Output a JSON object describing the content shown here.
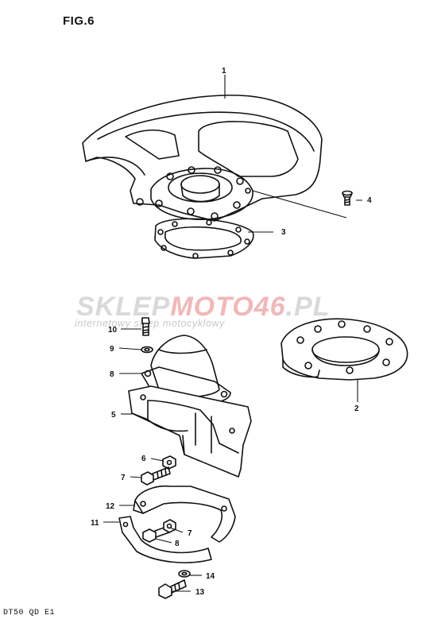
{
  "figure": {
    "title": "FIG.6",
    "footer_code": "DT50 QD E1"
  },
  "watermark": {
    "brand_part1": "SKLEP",
    "brand_part2": "MOTO46",
    "brand_part3": ".PL",
    "subtitle": "internetowy sklep motocyklowy"
  },
  "callouts": {
    "c1": "1",
    "c2": "2",
    "c3": "3",
    "c4": "4",
    "c5": "5",
    "c6": "6",
    "c7a": "7",
    "c7b": "7",
    "c8a": "8",
    "c8b": "8",
    "c9": "9",
    "c10": "10",
    "c11": "11",
    "c12": "12",
    "c13": "13",
    "c14": "14"
  }
}
